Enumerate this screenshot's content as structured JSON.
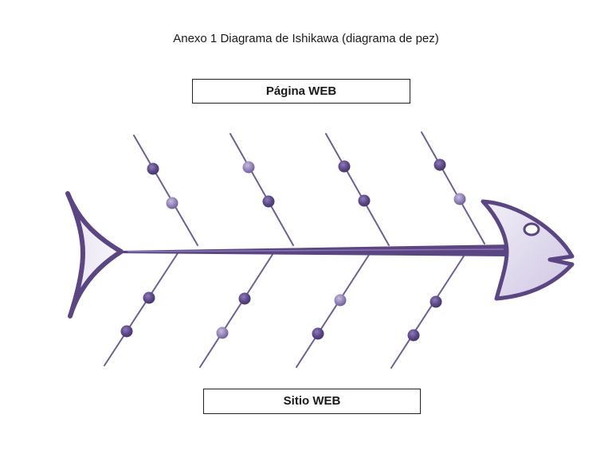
{
  "title": "Anexo 1 Diagrama de Ishikawa (diagrama de pez)",
  "top_label": "Página WEB",
  "bottom_label": "Sitio WEB",
  "colors": {
    "fish_dark": "#5b4683",
    "fish_light": "#e3def0",
    "bone_line": "#6f5f92",
    "bead_dark": "#5a4584",
    "bead_light": "#8f80b4"
  }
}
